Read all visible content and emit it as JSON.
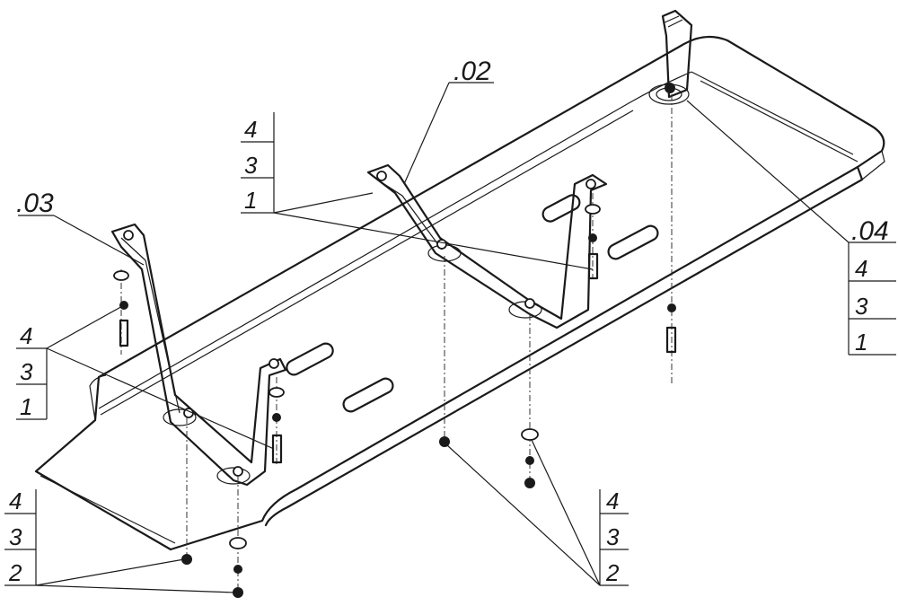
{
  "callouts": {
    "part_02": ".02",
    "part_03": ".03",
    "part_04": ".04"
  },
  "stacks": [
    {
      "items": [
        "4",
        "3",
        "1"
      ]
    },
    {
      "items": [
        "4",
        "3",
        "1"
      ]
    },
    {
      "items": [
        "4",
        "3",
        "1"
      ]
    },
    {
      "items": [
        "4",
        "3",
        "2"
      ]
    },
    {
      "items": [
        "4",
        "3",
        "2"
      ]
    }
  ]
}
